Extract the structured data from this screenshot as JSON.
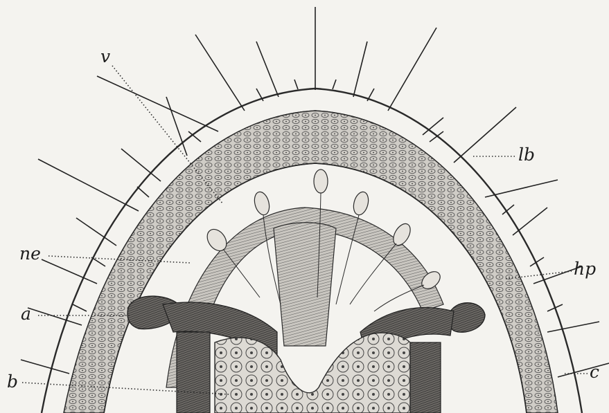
{
  "figure": {
    "labels": {
      "v": "v",
      "lb": "lb",
      "ne": "ne",
      "hp": "hp",
      "a": "a",
      "b": "b",
      "c": "c"
    }
  }
}
